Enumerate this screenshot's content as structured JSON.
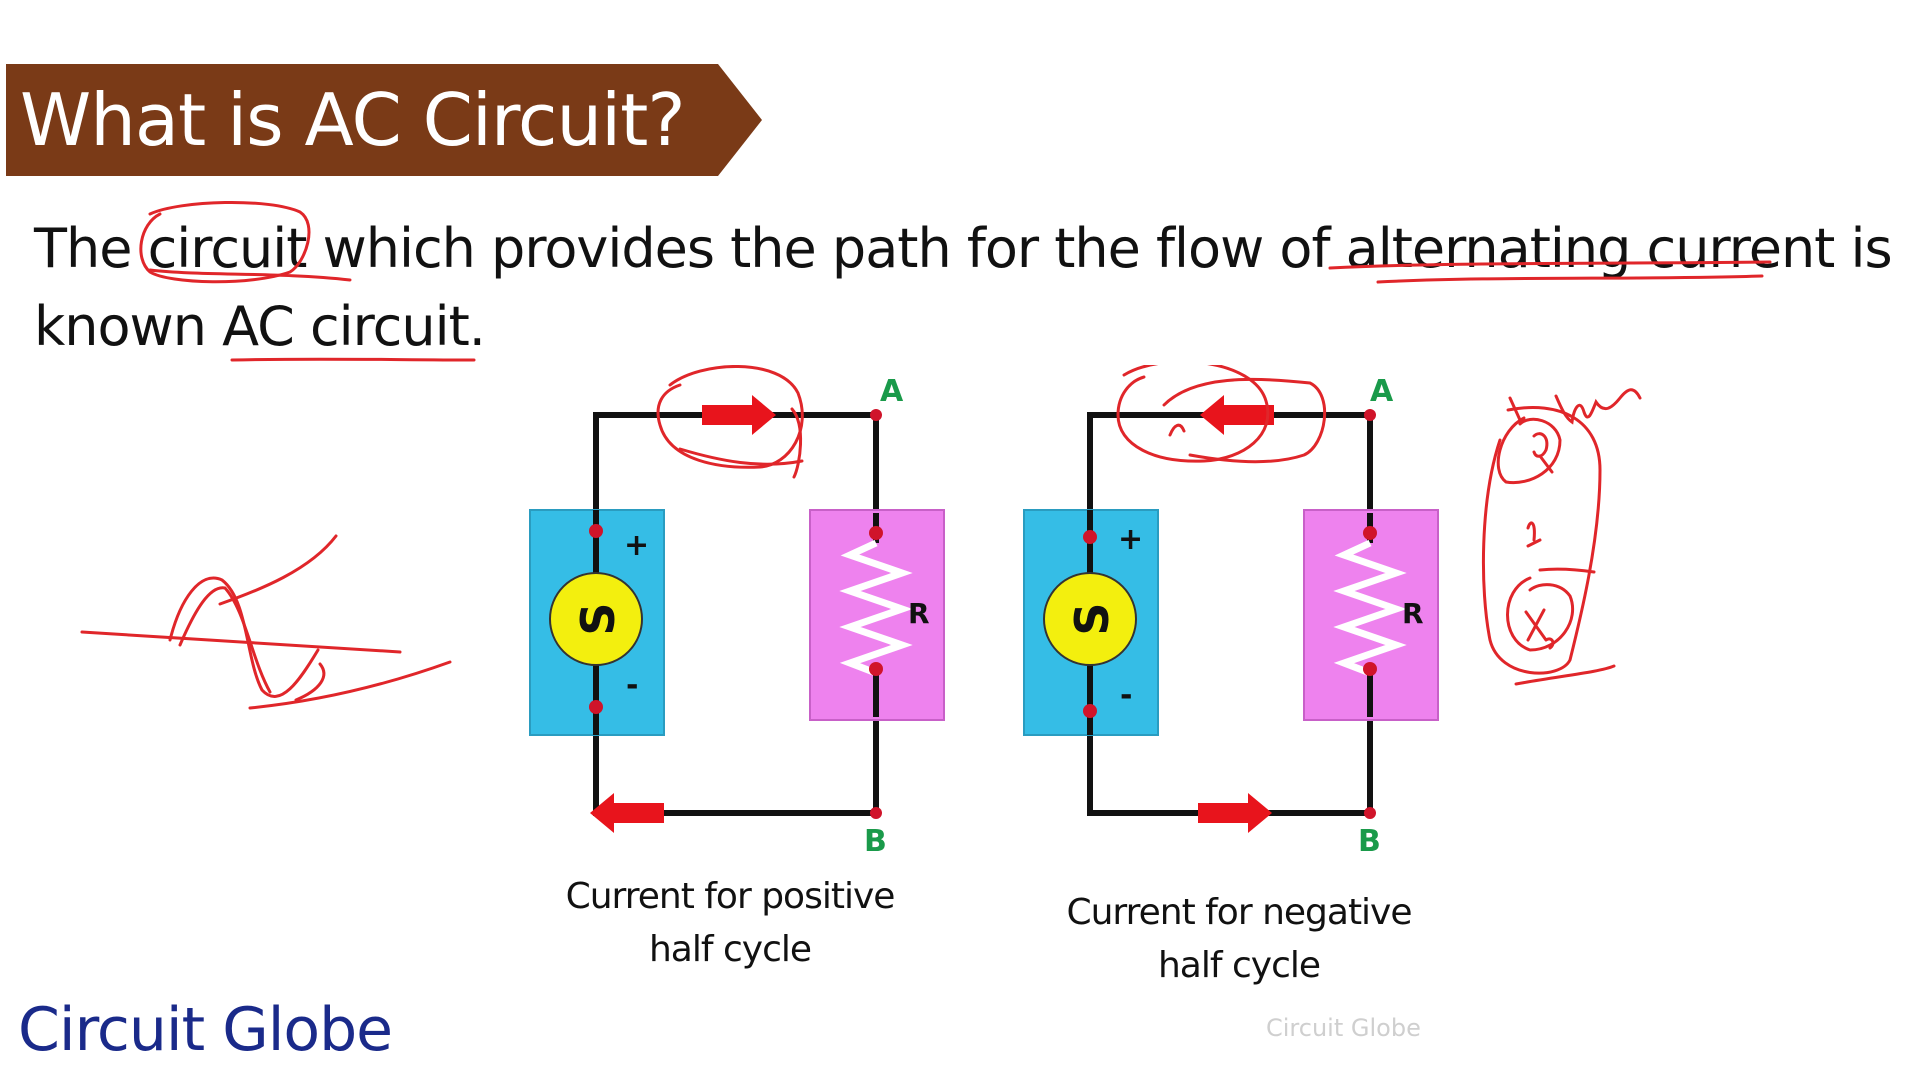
{
  "title": "What is AC Circuit?",
  "definition": {
    "text_1": "The ",
    "word_circuit": "circuit",
    "text_2": " which provides the path for the flow of ",
    "word_alternating_current": "alternating current",
    "text_3": " is",
    "text_4": "known ",
    "word_ac_circuit": "AC circuit",
    "text_5": "."
  },
  "diagram_positive": {
    "node_a": "A",
    "node_b": "B",
    "source_symbol": "S",
    "plus": "+",
    "minus": "-",
    "resistor_label": "R",
    "caption_line1": "Current for positive",
    "caption_line2": "half cycle"
  },
  "diagram_negative": {
    "node_a": "A",
    "node_b": "B",
    "source_symbol": "S",
    "plus": "+",
    "minus": "-",
    "resistor_label": "R",
    "caption_line1": "Current for negative",
    "caption_line2": "half cycle"
  },
  "brand": "Circuit Globe",
  "watermark": "Circuit Globe",
  "colors": {
    "banner": "#7a3a17",
    "source_box": "#35bde6",
    "source_circle": "#f3ef0e",
    "resistor_box": "#ee82ee",
    "current_arrow": "#e8141c",
    "node_label": "#1a9a4a",
    "annotation_ink": "#e0262a",
    "brand": "#1a2a8a"
  },
  "icons": {
    "current_arrow": "arrow-icon",
    "resistor": "zigzag-resistor-icon",
    "source": "ac-source-icon"
  }
}
